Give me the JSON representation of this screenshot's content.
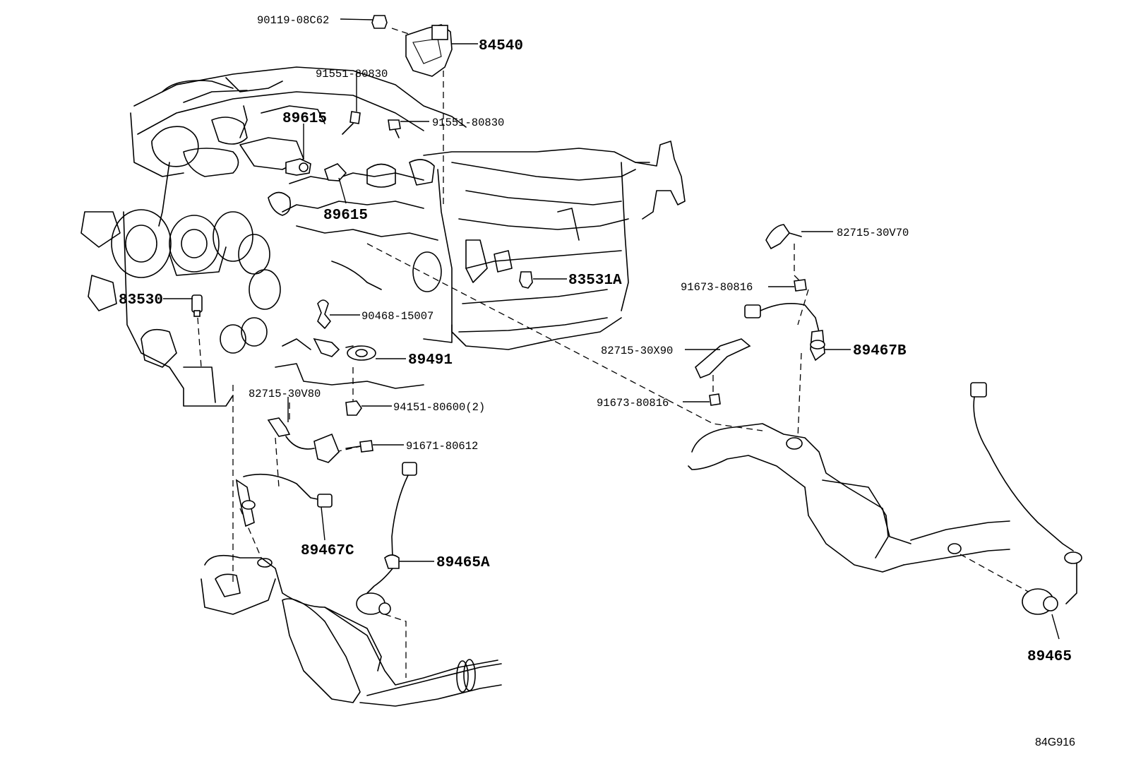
{
  "diagram_ref": "84G916",
  "callouts": [
    {
      "id": "c-90119",
      "text": "90119-08C62",
      "kind": "small"
    },
    {
      "id": "c-84540",
      "text": "84540",
      "kind": "big"
    },
    {
      "id": "c-91551a",
      "text": "91551-80830",
      "kind": "small"
    },
    {
      "id": "c-91551b",
      "text": "91551-80830",
      "kind": "small"
    },
    {
      "id": "c-89615a",
      "text": "89615",
      "kind": "big"
    },
    {
      "id": "c-89615b",
      "text": "89615",
      "kind": "big"
    },
    {
      "id": "c-82715-30v70",
      "text": "82715-30V70",
      "kind": "small"
    },
    {
      "id": "c-83531a",
      "text": "83531A",
      "kind": "big"
    },
    {
      "id": "c-91673a",
      "text": "91673-80816",
      "kind": "small"
    },
    {
      "id": "c-83530",
      "text": "83530",
      "kind": "big"
    },
    {
      "id": "c-90468",
      "text": "90468-15007",
      "kind": "small"
    },
    {
      "id": "c-82715-30x90",
      "text": "82715-30X90",
      "kind": "small"
    },
    {
      "id": "c-89467b",
      "text": "89467B",
      "kind": "big"
    },
    {
      "id": "c-89491",
      "text": "89491",
      "kind": "big"
    },
    {
      "id": "c-82715-30v80",
      "text": "82715-30V80",
      "kind": "small"
    },
    {
      "id": "c-91673b",
      "text": "91673-80816",
      "kind": "small"
    },
    {
      "id": "c-94151",
      "text": "94151-80600(2)",
      "kind": "small"
    },
    {
      "id": "c-91671",
      "text": "91671-80612",
      "kind": "small"
    },
    {
      "id": "c-89467c",
      "text": "89467C",
      "kind": "big"
    },
    {
      "id": "c-89465a",
      "text": "89465A",
      "kind": "big"
    },
    {
      "id": "c-89465",
      "text": "89465",
      "kind": "big"
    }
  ]
}
